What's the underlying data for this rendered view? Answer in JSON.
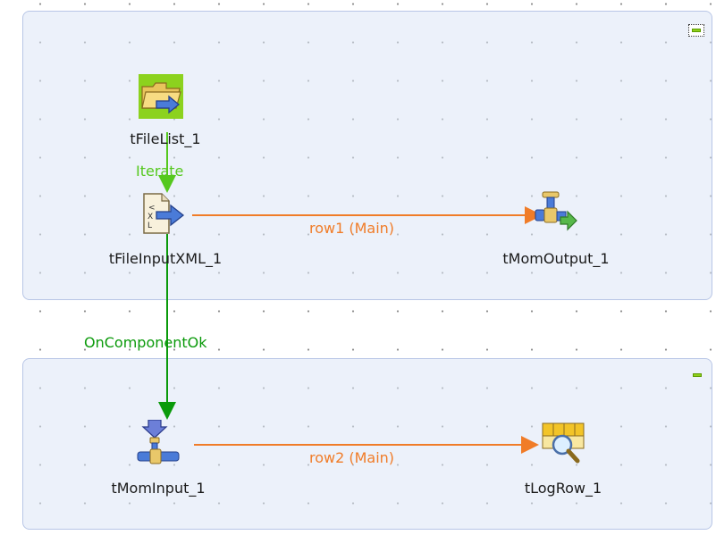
{
  "components": [
    {
      "id": "tfilelist",
      "name": "tFileList_1"
    },
    {
      "id": "tfileinputxml",
      "name": "tFileInputXML_1"
    },
    {
      "id": "tmomoutput",
      "name": "tMomOutput_1"
    },
    {
      "id": "tmominput",
      "name": "tMomInput_1"
    },
    {
      "id": "tlogrow",
      "name": "tLogRow_1"
    }
  ],
  "links": {
    "iterate": "Iterate",
    "row1": "row1 (Main)",
    "on_component_ok": "OnComponentOk",
    "row2": "row2 (Main)"
  },
  "colors": {
    "iterate": "#55c81e",
    "main": "#f07c28",
    "trigger": "#0a9a0a",
    "subjob_bg": "#dde5f6"
  },
  "icons": {
    "tfilelist": "folder-arrow-icon",
    "tfileinputxml": "xml-file-arrow-icon",
    "tmomoutput": "pipe-out-icon",
    "tmominput": "pipe-in-icon",
    "tlogrow": "magnifier-table-icon"
  }
}
